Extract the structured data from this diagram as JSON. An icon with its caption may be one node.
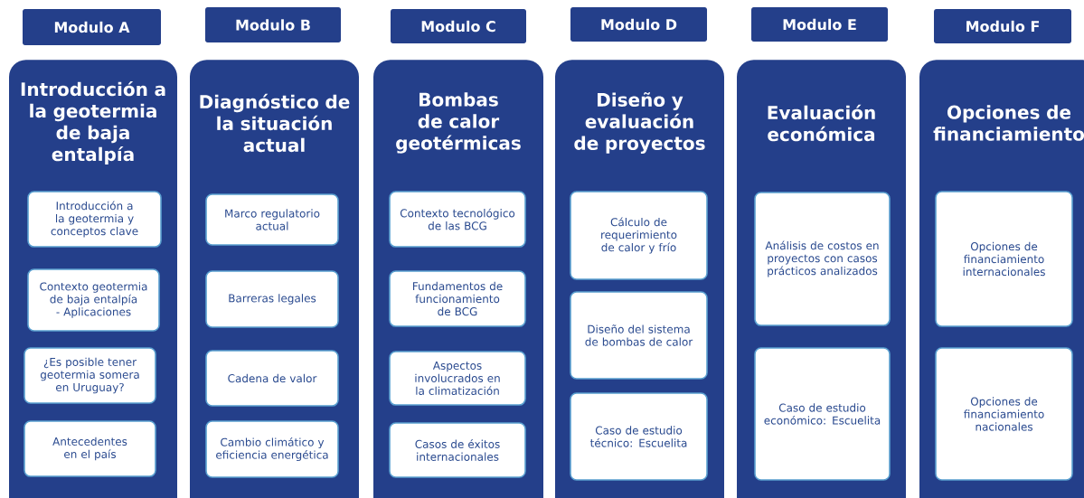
{
  "diagram": {
    "nodes": [
      {
        "text": [
          "Modulo A"
        ]
      },
      {
        "text": [
          "Introducción a la geotermia de baja entalpía"
        ]
      },
      {
        "text": [
          "Introducción a la geotermia y conceptos clave"
        ],
        "in": 1
      },
      {
        "text": [
          "Contexto geotermia de baja entalpía - Aplicaciones"
        ],
        "in": 1
      },
      {
        "text": [
          "¿Es posible tener geotermia somera en Uruguay?"
        ],
        "in": 1
      },
      {
        "text": [
          "Antecedentes en el país"
        ],
        "in": 1
      },
      {
        "text": [
          "Modulo B"
        ]
      },
      {
        "text": [
          "Diagnóstico de la situación actual"
        ]
      },
      {
        "text": [
          "Marco regulatorio actual"
        ],
        "in": 7
      },
      {
        "text": [
          "Barreras legales"
        ],
        "in": 7
      },
      {
        "text": [
          "Cadena de valor"
        ],
        "in": 7
      },
      {
        "text": [
          "Cambio climático y eficiencia energética"
        ],
        "in": 7
      },
      {
        "text": [
          "Modulo C"
        ]
      },
      {
        "text": [
          "Bombas de calor geotérmicas"
        ]
      },
      {
        "text": [
          "Contexto tecnológico de las BCG"
        ],
        "in": 13
      },
      {
        "text": [
          "Fundamentos de funcionamiento de BCG"
        ],
        "in": 13
      },
      {
        "text": [
          "Aspectos involucrados en la climatización"
        ],
        "in": 13
      },
      {
        "text": [
          "Casos de éxitos internacionales"
        ],
        "in": 13
      },
      {
        "text": [
          "Modulo D"
        ]
      },
      {
        "text": [
          "Diseño y evaluación de proyectos"
        ]
      },
      {
        "text": [
          "Cálculo de requerimiento de calor y frío"
        ],
        "in": 19
      },
      {
        "text": [
          "Diseño del sistema de bombas de calor"
        ],
        "in": 19
      },
      {
        "text": [
          "Caso de estudio técnico: Escuelita"
        ],
        "in": 19
      },
      {
        "text": [
          "Modulo E"
        ]
      },
      {
        "text": [
          "Evaluación económica"
        ]
      },
      {
        "text": [
          "Análisis de costos en proyectos con casos prácticos analizados"
        ],
        "in": 24
      },
      {
        "text": [
          "Caso de estudio económico: Escuelita"
        ],
        "in": 24
      },
      {
        "text": [
          "Modulo F"
        ]
      },
      {
        "text": [
          "Opciones de financiamiento"
        ]
      },
      {
        "text": [
          "Opciones de financiamiento internacionales"
        ],
        "in": 28
      },
      {
        "text": [
          "Opciones de financiamiento nacionales"
        ],
        "in": 28
      }
    ]
  }
}
